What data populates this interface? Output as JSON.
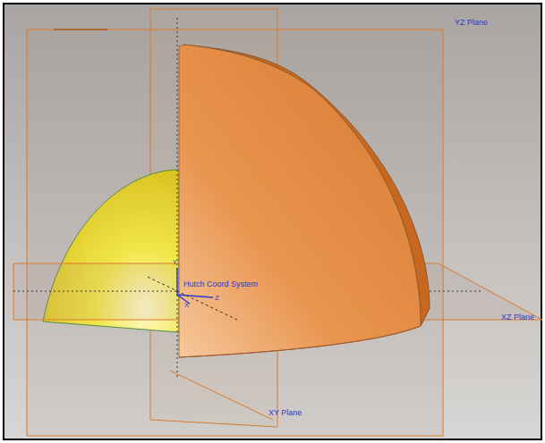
{
  "diagram": {
    "labels": [
      "YZ Plane",
      "XZ Plane",
      "XY Plane",
      "Hutch Coord System",
      "Y",
      "X",
      "Z"
    ]
  }
}
